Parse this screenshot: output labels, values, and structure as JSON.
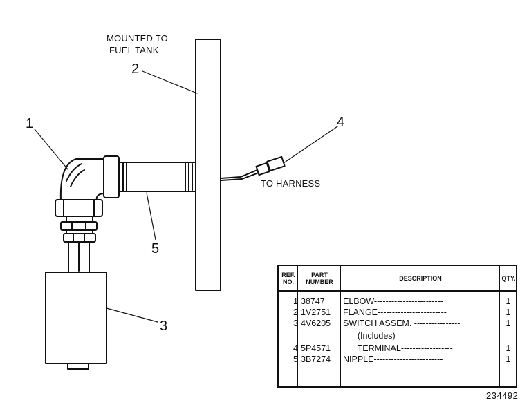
{
  "callouts": {
    "c1": "1",
    "c2": "2",
    "c3": "3",
    "c4": "4",
    "c5": "5"
  },
  "notes": {
    "mounted_line1": "MOUNTED TO",
    "mounted_line2": "FUEL TANK",
    "to_harness": "TO HARNESS"
  },
  "parts_table": {
    "headers": {
      "ref_line1": "REF.",
      "ref_line2": "NO.",
      "part_line1": "PART",
      "part_line2": "NUMBER",
      "description": "DESCRIPTION",
      "qty": "QTY."
    },
    "rows": [
      {
        "ref": "1",
        "part": "38747",
        "desc": "ELBOW------------------------",
        "qty": "1"
      },
      {
        "ref": "2",
        "part": "1V2751",
        "desc": "FLANGE------------------------",
        "qty": "1"
      },
      {
        "ref": "3",
        "part": "4V6205",
        "desc": "SWITCH ASSEM. ----------------",
        "qty": "1"
      },
      {
        "ref": "",
        "part": "",
        "desc": "      (Includes)",
        "qty": ""
      },
      {
        "ref": "4",
        "part": "5P4571",
        "desc": "      TERMINAL------------------",
        "qty": "1"
      },
      {
        "ref": "5",
        "part": "3B7274",
        "desc": "NIPPLE------------------------",
        "qty": "1"
      }
    ]
  },
  "figure_number": "234492"
}
